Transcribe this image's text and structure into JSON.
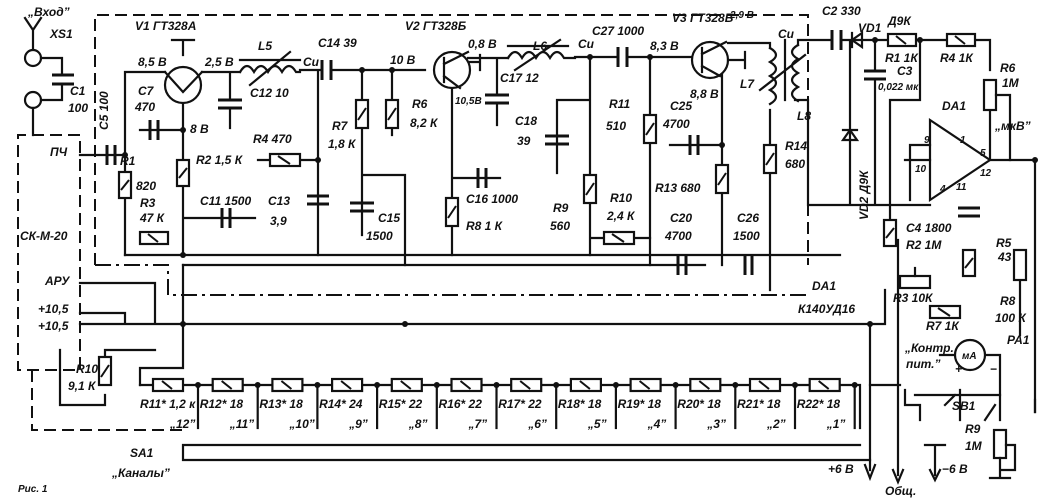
{
  "figure_caption": "Рис. 1",
  "input": {
    "label": "„Вход”",
    "connector": "XS1"
  },
  "tuner_module": {
    "name": "СК-М-20",
    "pins": {
      "if": "ПЧ",
      "agc": "АРУ",
      "v1": "+10,5",
      "v2": "+10,5"
    }
  },
  "labels": {
    "c1": "C1",
    "c1v": "100",
    "c5": "C5 100",
    "r10": "R10",
    "r10v": "9,1 К",
    "v1": "V1  ГТ328А",
    "v1_base": "8,5 В",
    "v1_col": "2,5 В",
    "v1_em": "8 В",
    "c7": "C7",
    "c7v": "470",
    "r1": "R1",
    "r1v": "820",
    "r2": "R2 1,5 К",
    "r3": "R3",
    "r3v": "47 К",
    "c11": "C11  1500",
    "c13": "C13",
    "c13v": "3,9",
    "l5": "L5",
    "c12": "C12  10",
    "c14": "C14  39",
    "cu1": "Cu",
    "r4": "R4  470",
    "r7": "R7",
    "r7v": "1,8 К",
    "c15": "C15",
    "c15v": "1500",
    "v2_base": "10 В",
    "v2": "V2  ГТ328Б",
    "v2_col": "0,8 В",
    "v2_em": "10,5В",
    "r6": "R6",
    "r6v": "8,2 К",
    "c16": "C16  1000",
    "r8": "R8  1 К",
    "l6": "L6",
    "c17": "C17  12",
    "c18": "C18",
    "c18v": "39",
    "c27": "C27  1000",
    "cu2": "Cu",
    "v3_base": "8,3 В",
    "v3": "V3  ГТ328Б",
    "v3_col": "2,9 В",
    "cu3": "Cu",
    "v3_em": "8,8 В",
    "l7": "L7",
    "l8": "L8",
    "r9": "R9",
    "r9v": "560",
    "r11": "R11",
    "r11v": "510",
    "c25": "C25",
    "c25v": "4700",
    "r10b": "R10",
    "r10bv": "2,4 К",
    "r13": "R13  680",
    "r14": "R14",
    "r14v": "680",
    "c20": "C20",
    "c20v": "4700",
    "c26": "C26",
    "c26v": "1500",
    "da1_left": "DA1",
    "da1_type": "К140УД16"
  },
  "meter_section": {
    "c2": "C2 330",
    "vd1": "VD1",
    "d9k": "Д9К",
    "r1": "R1  1К",
    "c3": "C3",
    "c3v": "0,022 мк",
    "r4": "R4  1К",
    "r6": "R6",
    "r6v": "1М",
    "mkv": "„мкВ”",
    "da1": "DA1",
    "vd2": "VD2  Д9К",
    "pins": {
      "p9": "9",
      "p1": "1",
      "p5": "5",
      "p10": "10",
      "p4": "4",
      "p11": "11",
      "p12": "12"
    },
    "c4": "C4  1800",
    "r2": "R2  1М",
    "r5": "R5",
    "r5v": "43",
    "r3": "R3  10К",
    "r7": "R7  1К",
    "r8": "R8",
    "r8v": "100 К",
    "pa1": "PA1",
    "meter_unit": "мА",
    "plus": "+",
    "minus": "−",
    "control_1": "„Контр.",
    "control_2": "пит.”",
    "sb1": "SB1",
    "r9": "R9",
    "r9v": "1М"
  },
  "power": {
    "plus6": "+6 В",
    "common": "Общ.",
    "minus6": "−6 В"
  },
  "switch": {
    "ref": "SA1",
    "name": "„Каналы”"
  },
  "resistor_chain": [
    {
      "ref": "R11*",
      "value": "1,2 к",
      "channel": "„12”"
    },
    {
      "ref": "R12*",
      "value": "18",
      "channel": "„11”"
    },
    {
      "ref": "R13*",
      "value": "18",
      "channel": "„10”"
    },
    {
      "ref": "R14*",
      "value": "24",
      "channel": "„9”"
    },
    {
      "ref": "R15*",
      "value": "22",
      "channel": "„8”"
    },
    {
      "ref": "R16*",
      "value": "22",
      "channel": "„7”"
    },
    {
      "ref": "R17*",
      "value": "22",
      "channel": "„6”"
    },
    {
      "ref": "R18*",
      "value": "18",
      "channel": "„5”"
    },
    {
      "ref": "R19*",
      "value": "18",
      "channel": "„4”"
    },
    {
      "ref": "R20*",
      "value": "18",
      "channel": "„3”"
    },
    {
      "ref": "R21*",
      "value": "18",
      "channel": "„2”"
    },
    {
      "ref": "R22*",
      "value": "18",
      "channel": "„1”"
    }
  ]
}
